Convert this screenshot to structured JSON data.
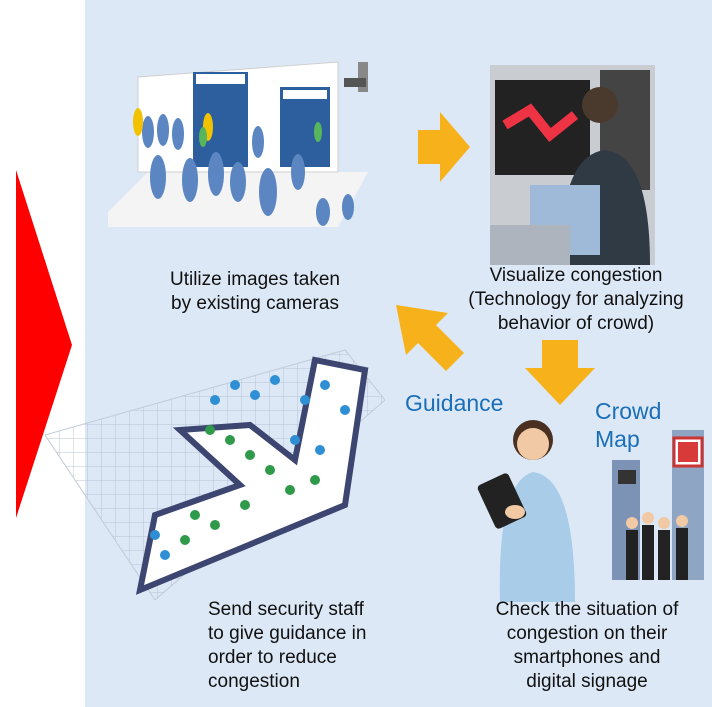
{
  "captions": {
    "cameras": "Utilize images  taken by existing cameras",
    "cameras_line1": "Utilize images  taken",
    "cameras_line2": "by existing cameras",
    "visualize_line1": "Visualize congestion",
    "visualize_line2": "(Technology for analyzing",
    "visualize_line3": "behavior of crowd)",
    "security_line1": "Send security staff",
    "security_line2": "to give guidance in",
    "security_line3": "order to reduce",
    "security_line4": "congestion",
    "check_line1": "Check the situation of",
    "check_line2": "congestion on their",
    "check_line3": "smartphones and",
    "check_line4": "digital signage"
  },
  "labels": {
    "guidance": "Guidance",
    "crowd": "Crowd",
    "map": "Map"
  },
  "colors": {
    "panel": "#dce8f6",
    "big_arrow": "#ff0000",
    "flow_arrow": "#f7b21b",
    "label_blue": "#1a6fb8"
  },
  "icons": [
    "camera-scene",
    "operator-monitor",
    "crowd-map-3d",
    "smartphone-user",
    "digital-signage"
  ]
}
